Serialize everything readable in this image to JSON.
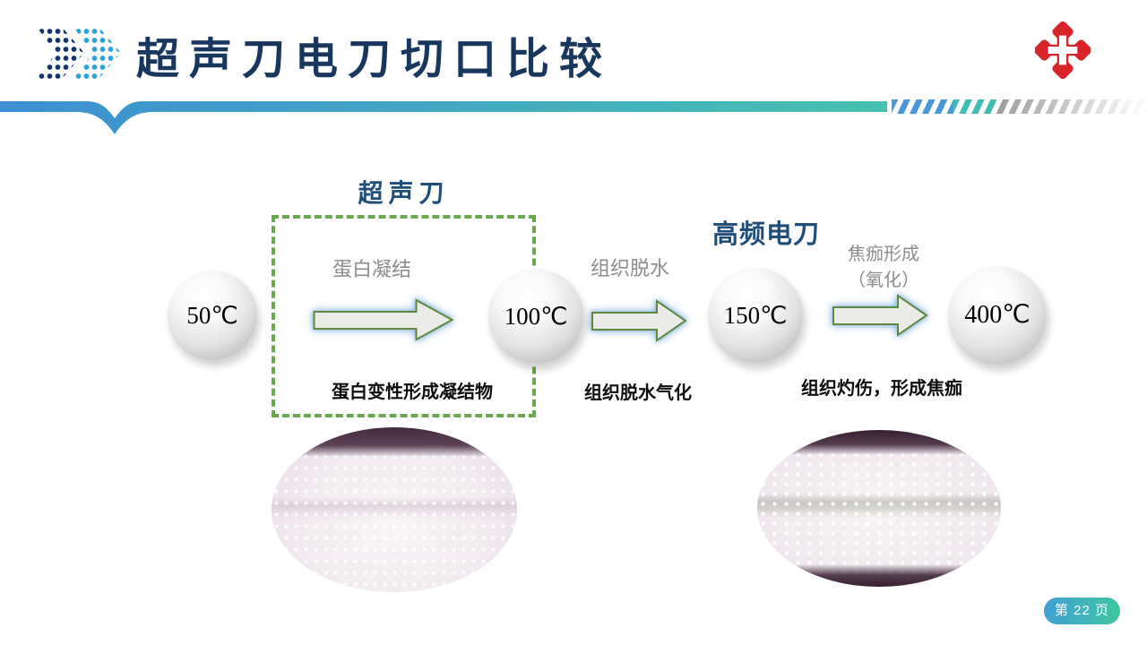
{
  "slide": {
    "title": "超声刀电刀切口比较",
    "page_label": "第 22 页"
  },
  "diagram": {
    "ultrasonic_label": "超声刀",
    "electric_label": "高频电刀",
    "nodes": [
      {
        "temp": "50℃"
      },
      {
        "temp": "100℃"
      },
      {
        "temp": "150℃"
      },
      {
        "temp": "400℃"
      }
    ],
    "transitions": [
      {
        "process": "蛋白凝结",
        "result": "蛋白变性形成凝结物"
      },
      {
        "process": "组织脱水",
        "result": "组织脱水气化"
      },
      {
        "process": "焦痂形成\n（氧化）",
        "result": "组织灼伤，形成焦痂"
      }
    ],
    "images": [
      {
        "name": "ultrasonic-incision-photo"
      },
      {
        "name": "electric-incision-photo"
      }
    ]
  },
  "icons": {
    "title_marker": "dots-double-chevron-icon",
    "logo": "hospital-red-cross-icon"
  },
  "colors": {
    "title": "#17375e",
    "group_label": "#1f4e79",
    "dashed_box_green": "#6aa84f",
    "arrow_fill": "#eaeae7",
    "arrow_border": "#5d8a3e",
    "arrow_glow": "#a9cbe9",
    "process_label_gray": "#8c8c8c",
    "divider_start": "#3d8fd2",
    "divider_end": "#47c1b2",
    "slash_blue": "#4a97d8",
    "slash_teal": "#3fbdb2",
    "slash_gray": "#9e9e9e",
    "badge_start": "#41a0d5",
    "badge_end": "#3fc6a0",
    "logo_red": "#d8232a"
  }
}
